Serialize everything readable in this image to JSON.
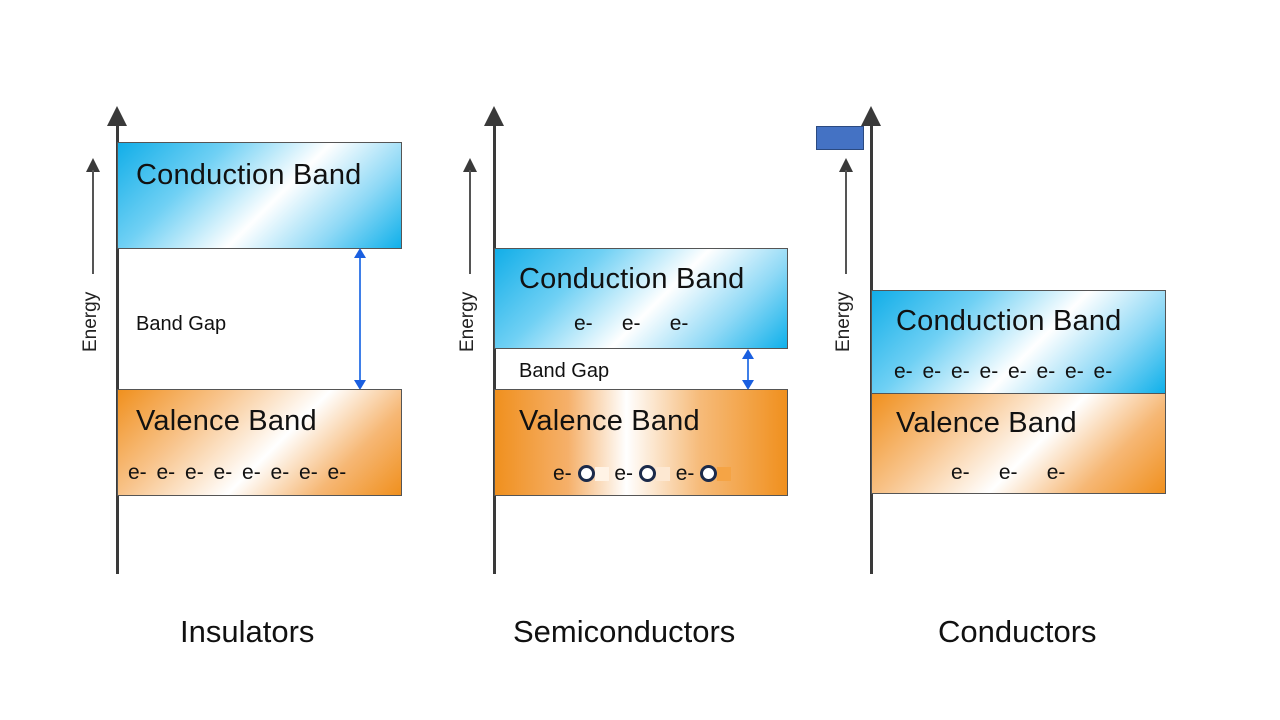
{
  "axis_label": "Energy",
  "panels": [
    {
      "id": "insulators",
      "caption": "Insulators",
      "conduction_band": {
        "label": "Conduction Band",
        "electrons": ""
      },
      "band_gap": {
        "label": "Band Gap",
        "size": "large"
      },
      "valence_band": {
        "label": "Valence Band",
        "electrons": "e- e- e- e- e- e- e- e-"
      }
    },
    {
      "id": "semiconductors",
      "caption": "Semiconductors",
      "conduction_band": {
        "label": "Conduction Band",
        "electrons": "e-     e-     e-"
      },
      "band_gap": {
        "label": "Band Gap",
        "size": "small"
      },
      "valence_band": {
        "label": "Valence Band",
        "electrons": [
          "e-",
          "hole",
          "e-",
          "hole",
          "e-",
          "hole"
        ]
      }
    },
    {
      "id": "conductors",
      "caption": "Conductors",
      "conduction_band": {
        "label": "Conduction Band",
        "electrons": "e- e- e- e- e- e- e- e-"
      },
      "band_gap": null,
      "valence_band": {
        "label": "Valence Band",
        "electrons": "e-     e-     e-"
      }
    }
  ],
  "colors": {
    "conduction": "#12aee8",
    "valence": "#f0901e",
    "gap_arrow": "#1a5fe0",
    "axis": "#3a3a3a",
    "stray_rect": "#4472c4"
  }
}
